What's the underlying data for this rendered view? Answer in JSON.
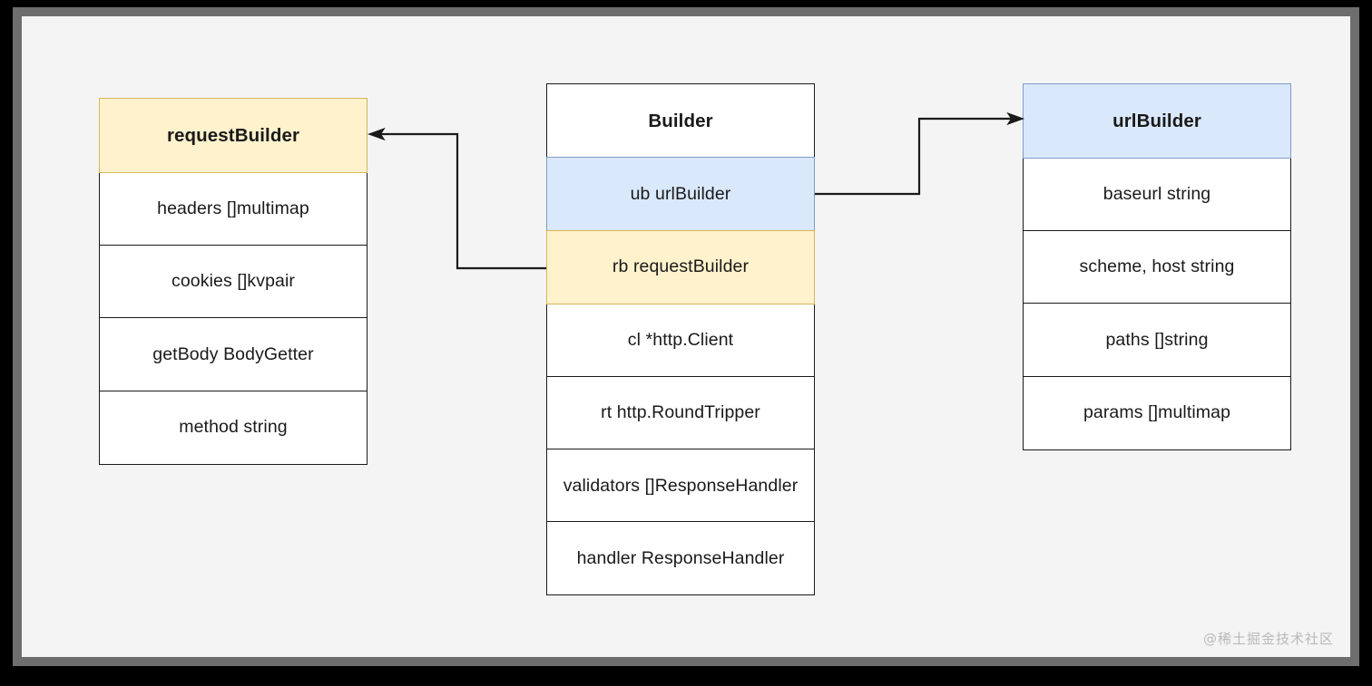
{
  "diagram": {
    "type": "uml-class-diagram",
    "canvas_background": "#f4f4f4",
    "frame_color": "#6e6e6e",
    "colors": {
      "yellow_fill": "#fff2cc",
      "yellow_stroke": "#d6b656",
      "blue_fill": "#dae8fc",
      "blue_stroke": "#7d9dc6",
      "default_stroke": "#1a1a1a",
      "default_fill": "#ffffff"
    },
    "classes": [
      {
        "id": "requestBuilder",
        "title": "requestBuilder",
        "title_fill": "yellow",
        "fields": [
          "headers []multimap",
          "cookies []kvpair",
          "getBody BodyGetter",
          "method string"
        ]
      },
      {
        "id": "Builder",
        "title": "Builder",
        "title_fill": "none",
        "fields": [
          "ub urlBuilder",
          "rb requestBuilder",
          "cl *http.Client",
          "rt http.RoundTripper",
          "validators []ResponseHandler",
          "handler ResponseHandler"
        ],
        "field_fills": [
          "blue",
          "yellow",
          "none",
          "none",
          "none",
          "none"
        ]
      },
      {
        "id": "urlBuilder",
        "title": "urlBuilder",
        "title_fill": "blue",
        "fields": [
          "baseurl string",
          "scheme, host string",
          "paths []string",
          "params []multimap"
        ]
      }
    ],
    "connectors": [
      {
        "id": "builder-rb-to-requestBuilder",
        "from": "Builder.rb requestBuilder",
        "to": "requestBuilder",
        "arrow": "open-left"
      },
      {
        "id": "builder-ub-to-urlBuilder",
        "from": "Builder.ub urlBuilder",
        "to": "urlBuilder",
        "arrow": "open-right"
      }
    ]
  },
  "watermark": {
    "text": "@稀土掘金技术社区"
  }
}
